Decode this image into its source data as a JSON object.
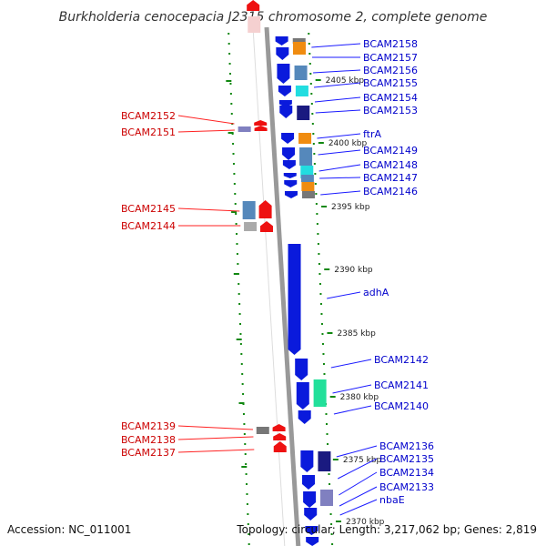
{
  "title": "Burkholderia cenocepacia J2315 chromosome 2, complete genome",
  "footer": {
    "accession": "Accession: NC_011001",
    "summary": "Topology: circular; Length: 3,217,062 bp; Genes: 2,819"
  },
  "colors": {
    "backbone": "#999999",
    "forward_blue": "#0a1adc",
    "reverse_red": "#ee1111",
    "orange": "#f08c10",
    "cyan": "#22dde0",
    "steel": "#5588bb",
    "navy": "#1a1a80",
    "grey": "#777777",
    "teal_green": "#22e09a",
    "slate": "#8080c0",
    "label_blue": "#0000cc",
    "label_red": "#cc0000",
    "tick_green": "#118811"
  },
  "ticks": [
    {
      "label": "2405 kbp"
    },
    {
      "label": "2400 kbp"
    },
    {
      "label": "2395 kbp"
    },
    {
      "label": "2390 kbp"
    },
    {
      "label": "2385 kbp"
    },
    {
      "label": "2380 kbp"
    },
    {
      "label": "2375 kbp"
    },
    {
      "label": "2370 kbp"
    }
  ],
  "right_genes": [
    {
      "name": "BCAM2158"
    },
    {
      "name": "BCAM2157"
    },
    {
      "name": "BCAM2156"
    },
    {
      "name": "BCAM2155"
    },
    {
      "name": "BCAM2154"
    },
    {
      "name": "BCAM2153"
    },
    {
      "name": "ftrA"
    },
    {
      "name": "BCAM2149"
    },
    {
      "name": "BCAM2148"
    },
    {
      "name": "BCAM2147"
    },
    {
      "name": "BCAM2146"
    },
    {
      "name": "adhA"
    },
    {
      "name": "BCAM2142"
    },
    {
      "name": "BCAM2141"
    },
    {
      "name": "BCAM2140"
    },
    {
      "name": "BCAM2136"
    },
    {
      "name": "BCAM2135"
    },
    {
      "name": "BCAM2134"
    },
    {
      "name": "BCAM2133"
    },
    {
      "name": "nbaE"
    }
  ],
  "left_genes": [
    {
      "name": "BCAM2152"
    },
    {
      "name": "BCAM2151"
    },
    {
      "name": "BCAM2145"
    },
    {
      "name": "BCAM2144"
    },
    {
      "name": "BCAM2139"
    },
    {
      "name": "BCAM2138"
    },
    {
      "name": "BCAM2137"
    }
  ]
}
